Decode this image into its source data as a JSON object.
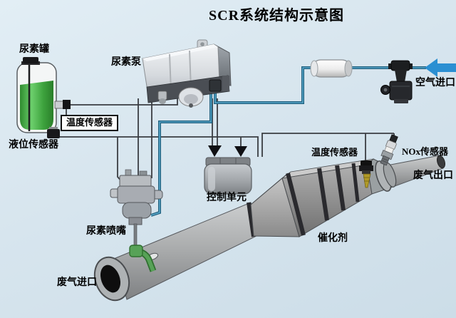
{
  "title": "SCR系统结构示意图",
  "diagram_type": "SCR (selective catalytic reduction) exhaust system schematic",
  "labels": {
    "urea_tank": "尿素罐",
    "urea_pump": "尿素泵",
    "temp_sensor_tank": "温度传感器",
    "level_sensor": "液位传感器",
    "control_unit": "控制单元",
    "urea_nozzle": "尿素喷嘴",
    "exhaust_inlet": "废气进口",
    "catalyst": "催化剂",
    "temp_sensor_catalyst": "温度传感器",
    "nox_sensor": "NOx传感器",
    "exhaust_outlet": "废气出口",
    "air_inlet": "空气进口"
  },
  "colors": {
    "background": "#d7e5ee",
    "air_line_teal": "#2e7d9e",
    "air_arrow_blue": "#2b8fd2",
    "wire_gray": "#3a3d42",
    "urea_liquid_green": "#3da23d",
    "nozzle_fitting_green": "#57a257",
    "catalyst_gray": "#949494",
    "sensor_tip_gold": "#b09a28",
    "label_text": "#000000"
  }
}
